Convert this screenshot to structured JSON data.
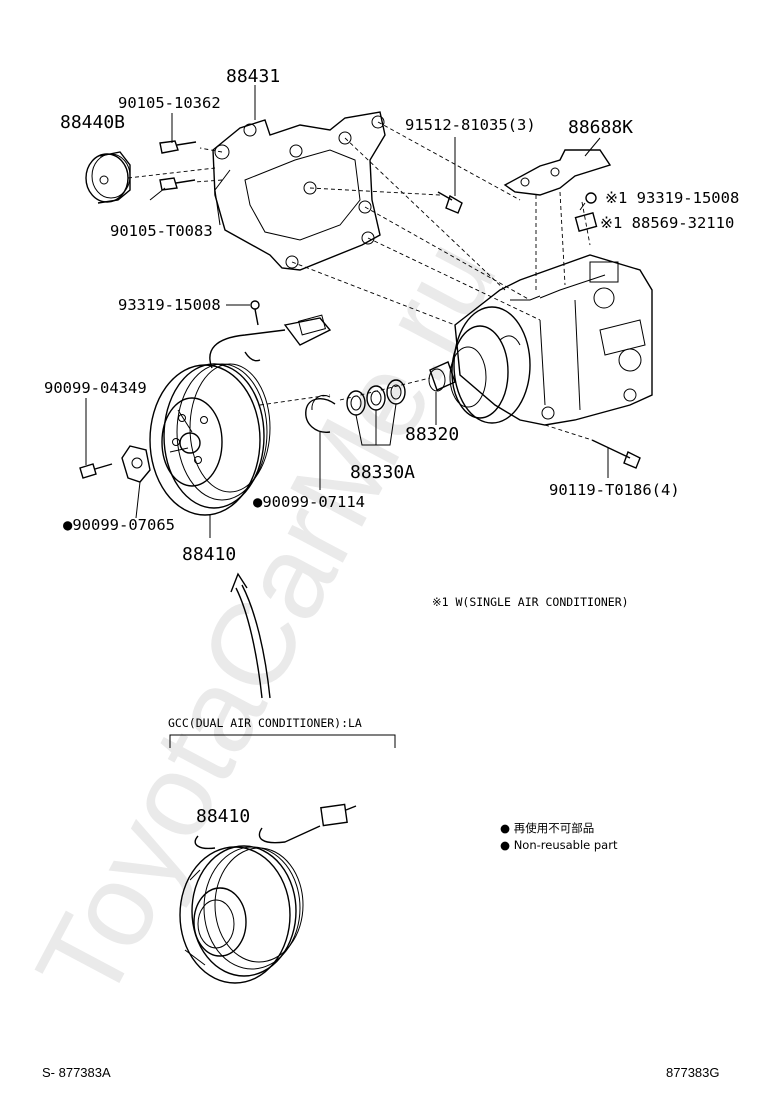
{
  "watermark": "ToyotaCarMe.ru",
  "part_labels": {
    "p88431": "88431",
    "p90105_10362": "90105-10362",
    "p88440B": "88440B",
    "p90105_T0083": "90105-T0083",
    "p91512_81035": "91512-81035(3)",
    "p88688K": "88688K",
    "p93319_15008_top": "※1 93319-15008",
    "p88569_32110": "※1 88569-32110",
    "p93319_15008": "93319-15008",
    "p90099_04349": "90099-04349",
    "p88330A": "88330A",
    "p88320": "88320",
    "p90119_T0186": "90119-T0186(4)",
    "p90099_07114": "●90099-07114",
    "p90099_07065": "●90099-07065",
    "p88410": "88410",
    "p88410_lower": "88410"
  },
  "notes": {
    "single_ac": "※1 W(SINGLE AIR CONDITIONER)",
    "dual_ac": "GCC(DUAL AIR CONDITIONER):LA"
  },
  "legend": {
    "jp": "● 再使用不可部品",
    "en": "● Non-reusable part"
  },
  "footer": {
    "left": "S- 877383A",
    "right": "877383G"
  }
}
